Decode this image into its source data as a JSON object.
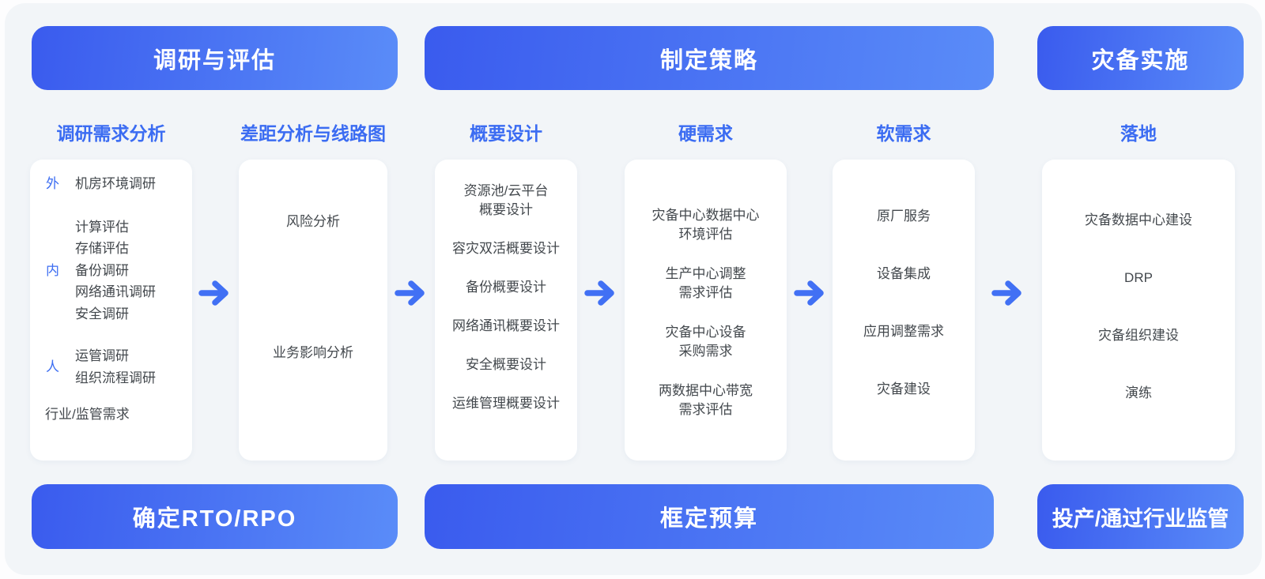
{
  "colors": {
    "accent_blue": "#3b6cf2",
    "banner_gradient_start": "#3a5bee",
    "banner_gradient_end": "#5a8cf8",
    "container_bg": "#f2f5f8",
    "card_bg": "#ffffff",
    "card_text": "#43484d",
    "arrow_blue": "#4170f4"
  },
  "phases": [
    {
      "title": "调研与评估",
      "footer": "确定RTO/RPO"
    },
    {
      "title": "制定策略",
      "footer": "框定预算"
    },
    {
      "title": "灾备实施",
      "footer": "投产/通过行业监管"
    }
  ],
  "columns": [
    {
      "header": "调研需求分析",
      "groups": [
        {
          "label": "外",
          "lines": [
            "机房环境调研"
          ]
        },
        {
          "label": "内",
          "lines": [
            "计算评估",
            "存储评估",
            "备份调研",
            "网络通讯调研",
            "安全调研"
          ]
        },
        {
          "label": "人",
          "lines": [
            "运管调研",
            "组织流程调研"
          ]
        },
        {
          "label": "",
          "lines": [
            "行业/监管需求"
          ]
        }
      ]
    },
    {
      "header": "差距分析与线路图",
      "items": [
        "风险分析",
        "业务影响分析"
      ]
    },
    {
      "header": "概要设计",
      "items": [
        "资源池/云平台\n概要设计",
        "容灾双活概要设计",
        "备份概要设计",
        "网络通讯概要设计",
        "安全概要设计",
        "运维管理概要设计"
      ]
    },
    {
      "header": "硬需求",
      "items": [
        "灾备中心数据中心\n环境评估",
        "生产中心调整\n需求评估",
        "灾备中心设备\n采购需求",
        "两数据中心带宽\n需求评估"
      ]
    },
    {
      "header": "软需求",
      "items": [
        "原厂服务",
        "设备集成",
        "应用调整需求",
        "灾备建设"
      ]
    },
    {
      "header": "落地",
      "items": [
        "灾备数据中心建设",
        "DRP",
        "灾备组织建设",
        "演练"
      ]
    }
  ]
}
